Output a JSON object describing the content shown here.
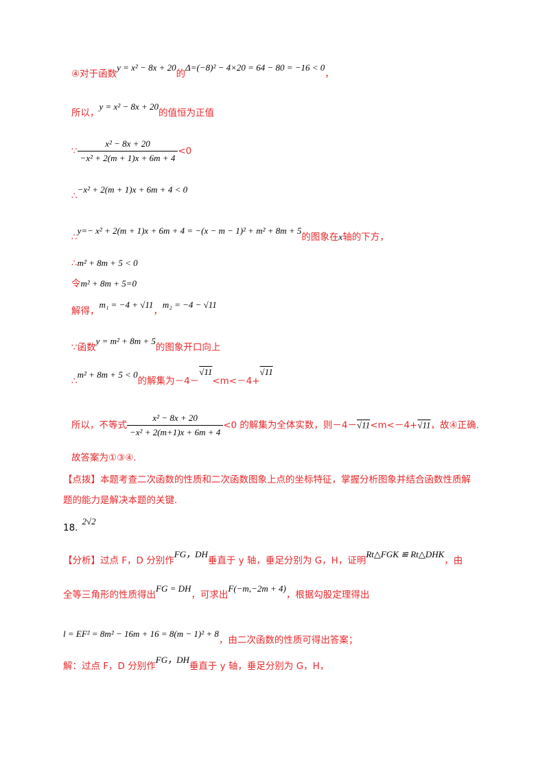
{
  "lines": {
    "l1": {
      "a": "④对于函数",
      "m1": "y = x² − 8x + 20",
      "b": "的",
      "m2": "Δ=(−8)² − 4×20 = 64 − 80 = −16 < 0",
      "c": "，"
    },
    "l2": {
      "a": "所以，",
      "m1": "y = x² − 8x + 20",
      "b": "的值恒为正值"
    },
    "l3": {
      "a": "∵",
      "num": "x² − 8x + 20",
      "den": "−x² + 2(m + 1)x + 6m + 4",
      "b": "<0"
    },
    "l4": {
      "a": "∴",
      "m1": "−x² + 2(m + 1)x + 6m + 4 < 0"
    },
    "l5": {
      "a": "∴",
      "m1": "y=− x² + 2(m + 1)x + 6m + 4 = −(x − m − 1)² + m² + 8m + 5",
      "b": "的图象在",
      "x": "x",
      "c": "轴的下方，"
    },
    "l6": {
      "a": "∴",
      "m1": "m² + 8m + 5 < 0"
    },
    "l7": {
      "a": "令",
      "m1": "m² + 8m + 5=0"
    },
    "l8": {
      "a": "解得，",
      "m1": "m₁ = −4 + √11",
      "b": "，",
      "m2": "m₂ = −4 − √11"
    },
    "l9": {
      "a": "∵函数",
      "m1": "y = m² + 8m + 5",
      "b": "的图象开口向上"
    },
    "l10": {
      "a": "∴",
      "m1": "m² + 8m + 5 < 0",
      "b": "的解集为－4－",
      "r1": "√11",
      "c": "<m<－4+",
      "r2": "√11"
    },
    "l11": {
      "a": "所以，不等式",
      "num": "x² − 8x + 20",
      "den": "−x² + 2(m+1)x + 6m + 4",
      "b": "<0 的解集为全体实数，则－4－",
      "r1": "√11",
      "c": "<m<－4+",
      "r2": "√11",
      "d": "，故④正确."
    },
    "l12": {
      "a": "故答案为①③④."
    },
    "l13": {
      "a": "【点拨】本题考查二次函数的性质和二次函数图象上点的坐标特征，掌握分析图象并结合函数性质解"
    },
    "l14": {
      "a": "题的能力是解决本题的关键."
    },
    "l15": {
      "a": "18.",
      "m1": "2√2"
    },
    "l16": {
      "a": "【分析】过点 F，D 分别作",
      "m1": "FG，DH",
      "b": "垂直于 y 轴，垂足分别为 G，H，证明",
      "m2": "Rt△FGK ≌ Rt△DHK",
      "c": "，由"
    },
    "l17": {
      "a": "全等三角形的性质得出",
      "m1": "FG = DH",
      "b": "，可求出",
      "m2": "F(−m,−2m + 4)",
      "c": "，根据勾股定理得出"
    },
    "l18": {
      "m1": "l = EF² = 8m² − 16m + 16 = 8(m − 1)² + 8",
      "b": "，由二次函数的性质可得出答案；"
    },
    "l19": {
      "a": "解：过点 F，D 分别作",
      "m1": "FG，DH",
      "b": "垂直于 y 轴，垂足分别为 G，H，"
    }
  }
}
